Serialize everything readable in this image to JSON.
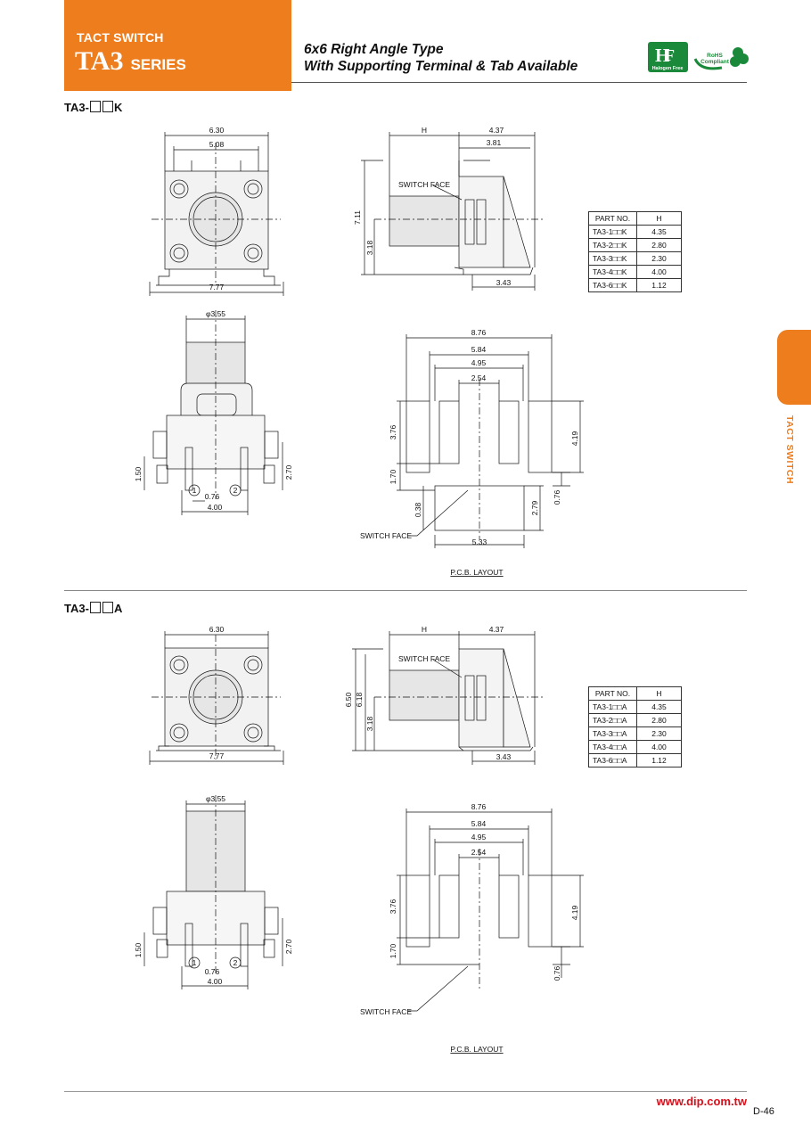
{
  "header": {
    "category": "TACT SWITCH",
    "series": "TA3",
    "series_suffix": "SERIES",
    "subtitle_line1": "6x6 Right Angle Type",
    "subtitle_line2": "With Supporting Terminal & Tab Available",
    "logo_hf_text": "Halogen Free",
    "logo_rohs_text1": "RoHS",
    "logo_rohs_text2": "Compliant"
  },
  "side_tab": "TACT SWITCH",
  "sections": [
    {
      "prefix": "TA3-",
      "suffix": "K",
      "dims_top_front": [
        "6.30",
        "5.08",
        "7.77"
      ],
      "dims_side": [
        "H",
        "4.37",
        "3.81",
        "7.11",
        "3.18",
        "3.43"
      ],
      "dims_bottom": [
        "φ3.55",
        "1.50",
        "2.70",
        "0.76",
        "4.00"
      ],
      "pin1": "1",
      "pin2": "2",
      "switch_face": "SWITCH FACE",
      "pcb_dims": [
        "8.76",
        "5.84",
        "4.95",
        "2.54",
        "3.76",
        "1.70",
        "4.19",
        "0.38",
        "2.79",
        "0.76",
        "5.33"
      ],
      "pcb_label": "P.C.B. LAYOUT",
      "table_head": [
        "PART NO.",
        "H"
      ],
      "table_rows": [
        [
          "TA3-1□□K",
          "4.35"
        ],
        [
          "TA3-2□□K",
          "2.80"
        ],
        [
          "TA3-3□□K",
          "2.30"
        ],
        [
          "TA3-4□□K",
          "4.00"
        ],
        [
          "TA3-6□□K",
          "1.12"
        ]
      ]
    },
    {
      "prefix": "TA3-",
      "suffix": "A",
      "dims_top_front": [
        "6.30",
        "7.77"
      ],
      "dims_side": [
        "H",
        "4.37",
        "6.50",
        "6.18",
        "3.18",
        "3.43"
      ],
      "dims_bottom": [
        "φ3.55",
        "1.50",
        "2.70",
        "0.76",
        "4.00"
      ],
      "pin1": "1",
      "pin2": "2",
      "switch_face": "SWITCH FACE",
      "pcb_dims": [
        "8.76",
        "5.84",
        "4.95",
        "2.54",
        "3.76",
        "1.70",
        "4.19",
        "0.76"
      ],
      "pcb_label": "P.C.B. LAYOUT",
      "table_head": [
        "PART NO.",
        "H"
      ],
      "table_rows": [
        [
          "TA3-1□□A",
          "4.35"
        ],
        [
          "TA3-2□□A",
          "2.80"
        ],
        [
          "TA3-3□□A",
          "2.30"
        ],
        [
          "TA3-4□□A",
          "4.00"
        ],
        [
          "TA3-6□□A",
          "1.12"
        ]
      ]
    }
  ],
  "footer": {
    "url": "www.dip.com.tw",
    "page": "D-46"
  }
}
